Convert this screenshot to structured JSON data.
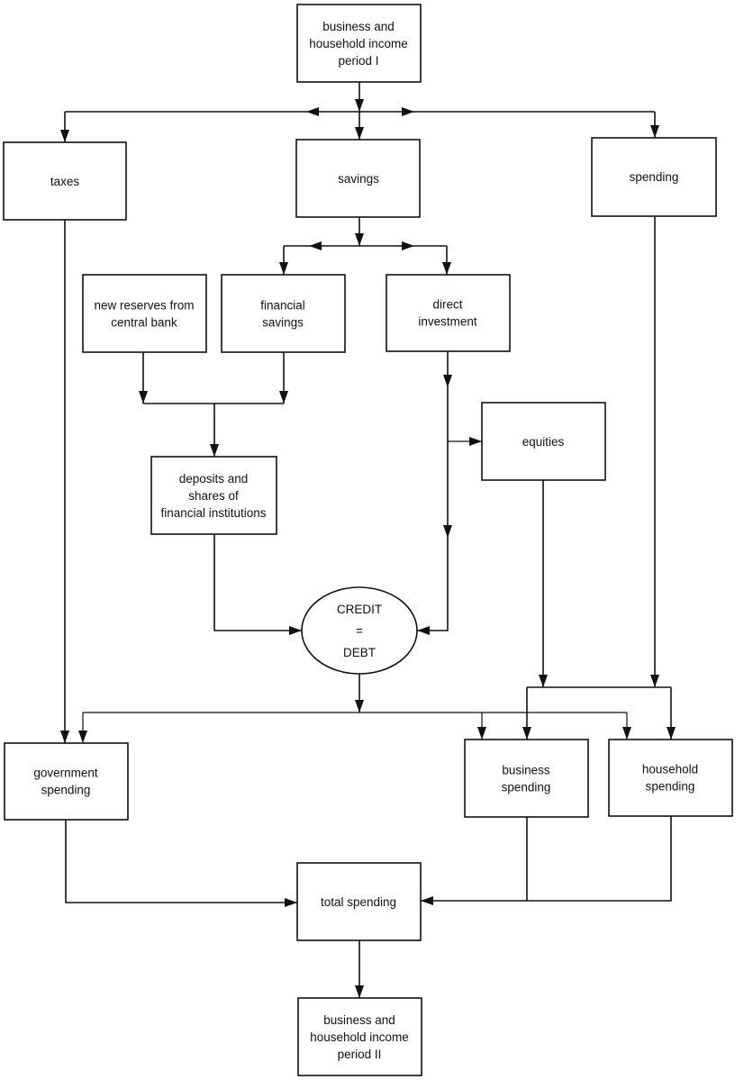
{
  "diagram": {
    "nodes": {
      "income_period_1": {
        "lines": [
          "business and",
          "household income",
          "period I"
        ]
      },
      "taxes": {
        "lines": [
          "taxes"
        ]
      },
      "savings": {
        "lines": [
          "savings"
        ]
      },
      "spending": {
        "lines": [
          "spending"
        ]
      },
      "new_reserves": {
        "lines": [
          "new reserves from",
          "central bank"
        ]
      },
      "financial_savings": {
        "lines": [
          "financial",
          "savings"
        ]
      },
      "direct_investment": {
        "lines": [
          "direct",
          "investment"
        ]
      },
      "equities": {
        "lines": [
          "equities"
        ]
      },
      "deposits_shares": {
        "lines": [
          "deposits and",
          "shares of",
          "financial institutions"
        ]
      },
      "credit_debt": {
        "lines": [
          "CREDIT",
          "=",
          "DEBT"
        ]
      },
      "government_spending": {
        "lines": [
          "government",
          "spending"
        ]
      },
      "business_spending": {
        "lines": [
          "business",
          "spending"
        ]
      },
      "household_spending": {
        "lines": [
          "household",
          "spending"
        ]
      },
      "total_spending": {
        "lines": [
          "total spending"
        ]
      },
      "income_period_2": {
        "lines": [
          "business and",
          "household income",
          "period II"
        ]
      }
    },
    "edges": [
      {
        "from": "income_period_1",
        "to": "taxes"
      },
      {
        "from": "income_period_1",
        "to": "savings"
      },
      {
        "from": "income_period_1",
        "to": "spending"
      },
      {
        "from": "savings",
        "to": "financial_savings"
      },
      {
        "from": "savings",
        "to": "direct_investment"
      },
      {
        "from": "new_reserves",
        "to": "deposits_shares"
      },
      {
        "from": "financial_savings",
        "to": "deposits_shares"
      },
      {
        "from": "direct_investment",
        "to": "equities"
      },
      {
        "from": "direct_investment",
        "to": "credit_debt"
      },
      {
        "from": "deposits_shares",
        "to": "credit_debt"
      },
      {
        "from": "taxes",
        "to": "government_spending"
      },
      {
        "from": "credit_debt",
        "to": "government_spending"
      },
      {
        "from": "credit_debt",
        "to": "business_spending"
      },
      {
        "from": "credit_debt",
        "to": "household_spending"
      },
      {
        "from": "equities",
        "to": "business_spending"
      },
      {
        "from": "equities",
        "to": "household_spending"
      },
      {
        "from": "spending",
        "to": "business_spending"
      },
      {
        "from": "spending",
        "to": "household_spending"
      },
      {
        "from": "government_spending",
        "to": "total_spending"
      },
      {
        "from": "business_spending",
        "to": "total_spending"
      },
      {
        "from": "household_spending",
        "to": "total_spending"
      },
      {
        "from": "total_spending",
        "to": "income_period_2"
      }
    ]
  }
}
